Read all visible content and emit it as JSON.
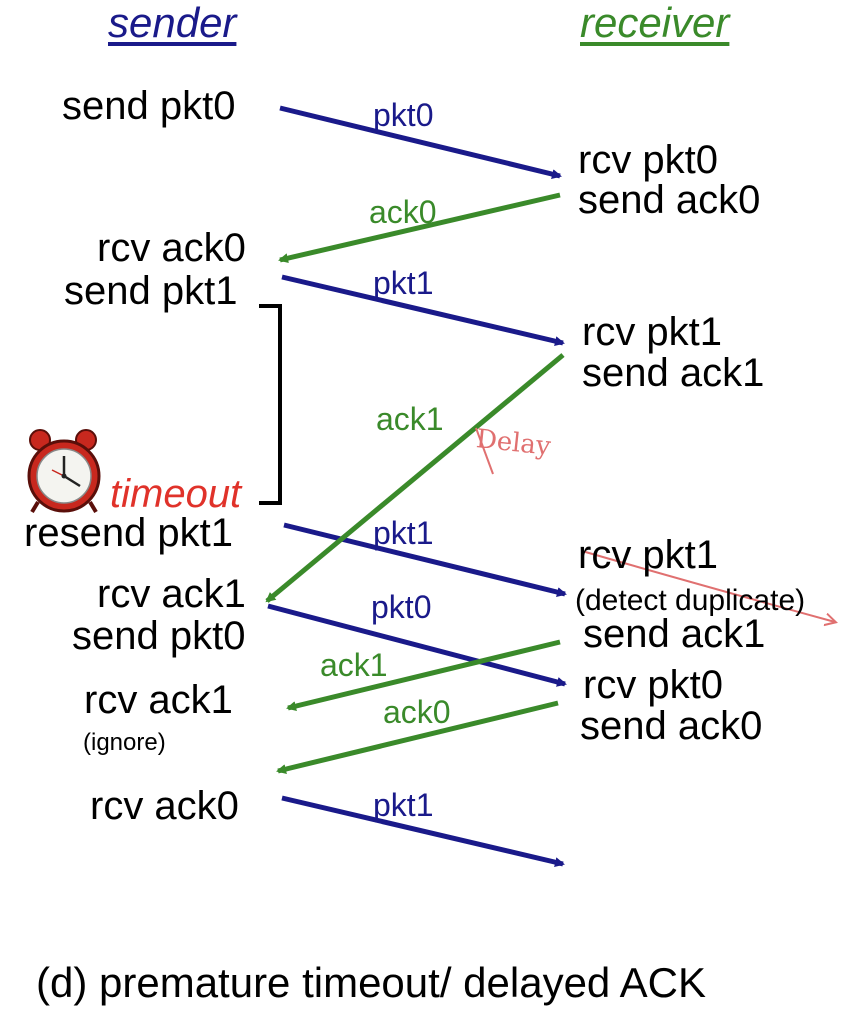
{
  "header": {
    "sender": "sender",
    "receiver": "receiver"
  },
  "sender": {
    "l1": "send pkt0",
    "l2": "rcv ack0",
    "l3": "send pkt1",
    "l4": "resend pkt1",
    "l5": "rcv ack1",
    "l6": "send pkt0",
    "l7": "rcv ack1",
    "l7_note": "(ignore)",
    "l8": "rcv ack0"
  },
  "receiver": {
    "r1": "rcv pkt0",
    "r2": "send ack0",
    "r3": "rcv pkt1",
    "r4": "send ack1",
    "r5": "rcv pkt1",
    "r5_note": "(detect duplicate)",
    "r6": "send ack1",
    "r7": "rcv pkt0",
    "r8": "send ack0"
  },
  "timeout_label": "timeout",
  "delay_annotation": "Delay",
  "arrows": {
    "a1": "pkt0",
    "a2": "ack0",
    "a3": "pkt1",
    "a4": "ack1",
    "a5": "pkt1",
    "a6": "pkt0",
    "a7": "ack1",
    "a8": "ack0",
    "a9": "pkt1"
  },
  "colors": {
    "packet": "#1a1a8a",
    "ack": "#3a8a2a",
    "timeout": "#e0322a",
    "annotation": "#e07070"
  },
  "caption": "(d) premature timeout/ delayed ACK"
}
